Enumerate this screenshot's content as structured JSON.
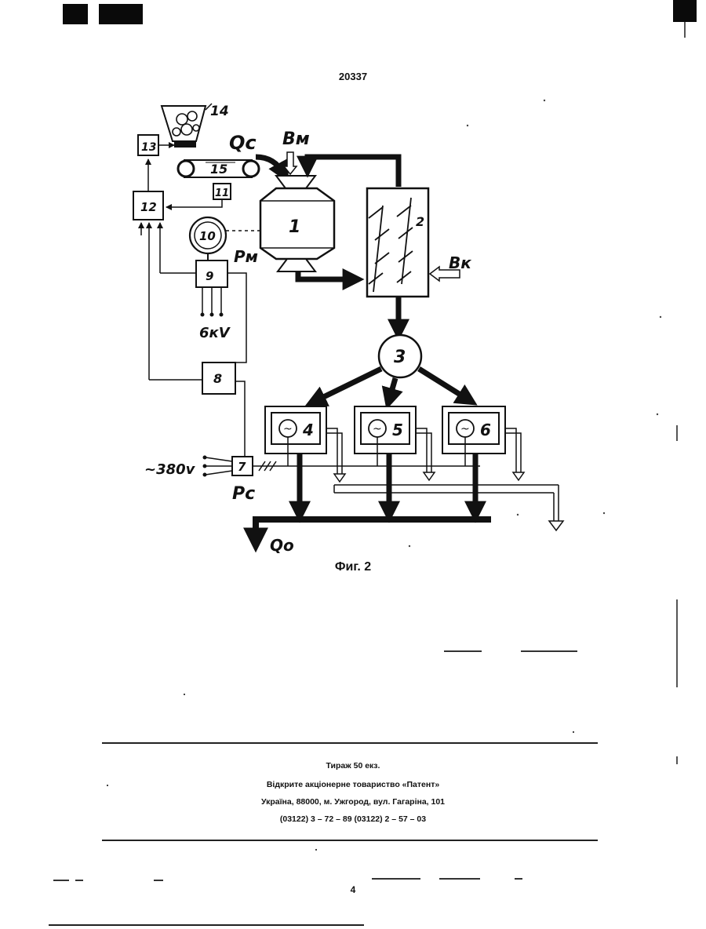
{
  "header": {
    "patent_number": "20337"
  },
  "figure": {
    "caption": "Фиг. 2",
    "blocks": {
      "b1": "1",
      "b2": "2",
      "b3": "3",
      "b4": "4",
      "b5": "5",
      "b6": "6",
      "b7": "7",
      "b8": "8",
      "b9": "9",
      "b10": "10",
      "b11": "11",
      "b12": "12",
      "b13": "13",
      "b14": "14",
      "b15": "15"
    },
    "labels": {
      "qc": "Qc",
      "bm": "Bм",
      "bk": "Bк",
      "pm": "Pм",
      "pc": "Pc",
      "q0": "Qo",
      "kv": "6кV",
      "v380": "~380v",
      "generator_symbol": "~"
    }
  },
  "imprint": {
    "line1": "Тираж 50 екз.",
    "line2": "Відкрите акціонерне товариство «Патент»",
    "line3": "Україна, 88000, м. Ужгород, вул. Гагаріна, 101",
    "line4": "(03122) 3 – 72 – 89   (03122) 2 – 57 – 03"
  },
  "footer": {
    "page_number": "4"
  }
}
